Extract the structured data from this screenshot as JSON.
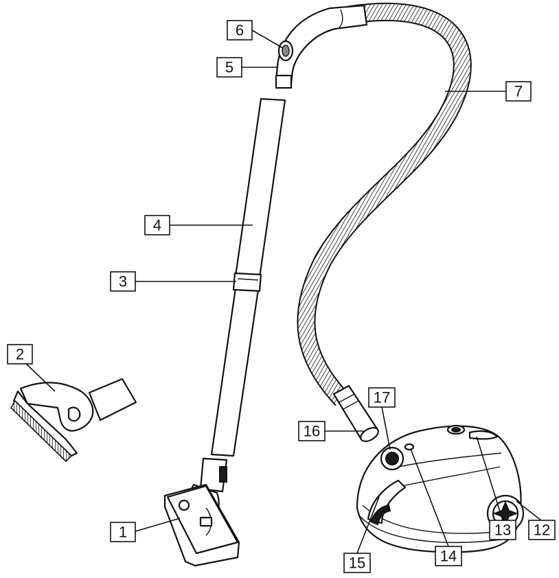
{
  "callouts": [
    {
      "id": "1",
      "label": "1"
    },
    {
      "id": "2",
      "label": "2"
    },
    {
      "id": "3",
      "label": "3"
    },
    {
      "id": "4",
      "label": "4"
    },
    {
      "id": "5",
      "label": "5"
    },
    {
      "id": "6",
      "label": "6"
    },
    {
      "id": "7",
      "label": "7"
    },
    {
      "id": "12",
      "label": "12"
    },
    {
      "id": "13",
      "label": "13"
    },
    {
      "id": "14",
      "label": "14"
    },
    {
      "id": "15",
      "label": "15"
    },
    {
      "id": "16",
      "label": "16"
    },
    {
      "id": "17",
      "label": "17"
    }
  ]
}
